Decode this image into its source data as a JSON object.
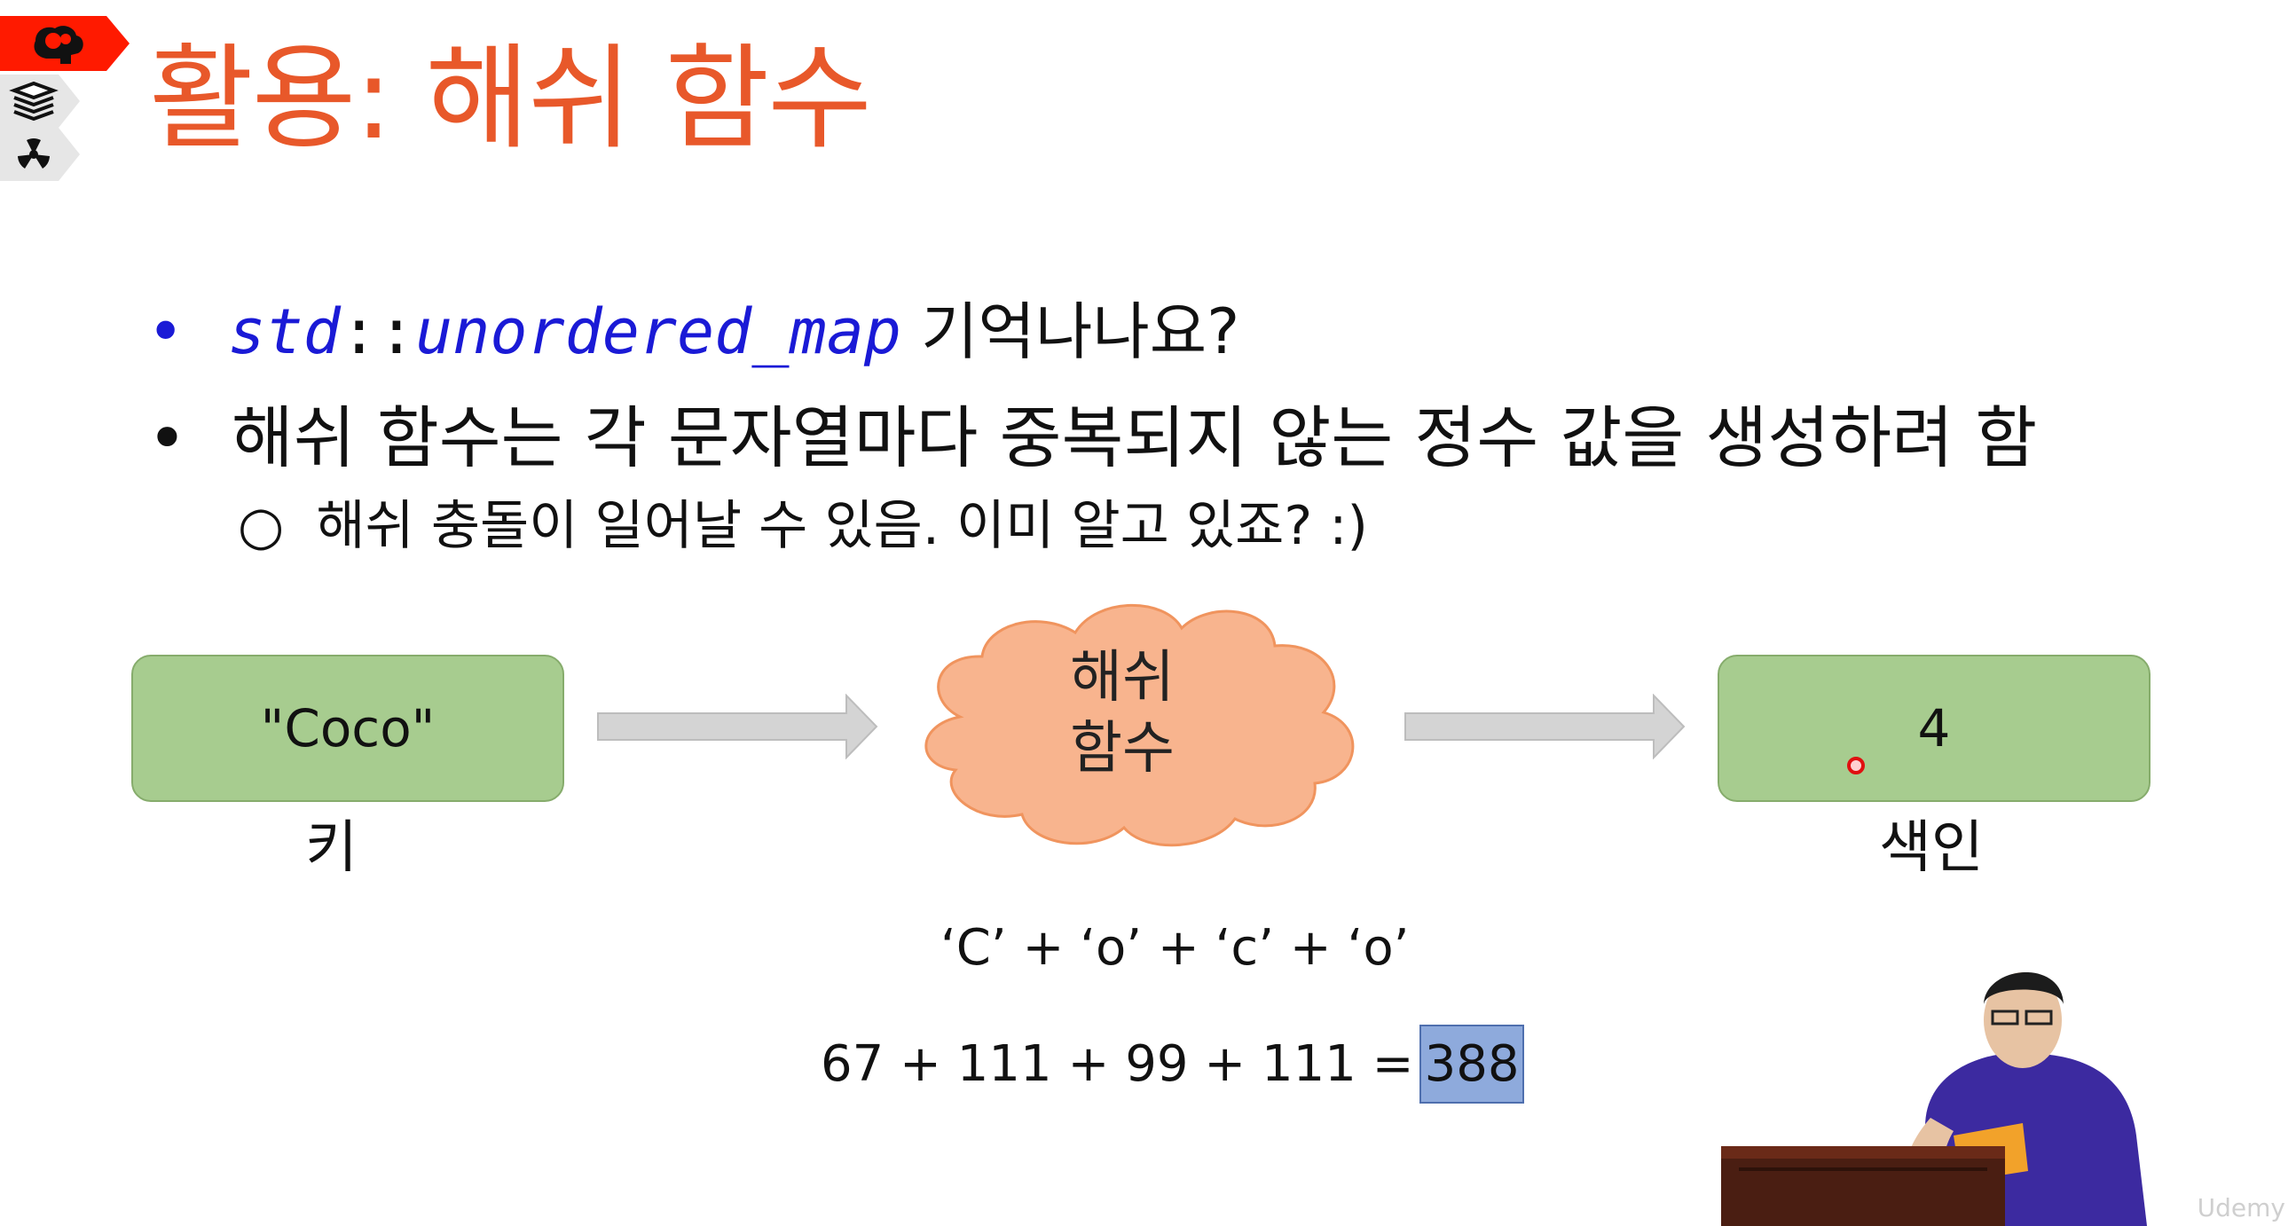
{
  "title": "활용: 해쉬 함수",
  "side_tabs": [
    {
      "icon": "brain-icon",
      "color": "#ff1a00"
    },
    {
      "icon": "books-icon",
      "color": "#e6e6e6"
    },
    {
      "icon": "radiation-icon",
      "color": "#e6e6e6"
    }
  ],
  "bullets": {
    "b1_bullet": "•",
    "b1_code_ns": "std",
    "b1_code_sep": "::",
    "b1_code_type": "unordered_map",
    "b1_text": " 기억나나요?",
    "b2_bullet": "•",
    "b2_text": "해쉬 함수는 각 문자열마다 중복되지 않는 정수 값을 생성하려 함",
    "b3_bullet": "○",
    "b3_text": "해쉬 충돌이 일어날 수 있음. 이미 알고 있죠? :)"
  },
  "diagram": {
    "key_value": "\"Coco\"",
    "key_label": "키",
    "hash_line1": "해쉬",
    "hash_line2": "함수",
    "index_value": "4",
    "index_label": "색인"
  },
  "calc": {
    "chars": "‘C’ + ‘o’ + ‘c’ + ‘o’",
    "sum_expr": "67 + 111 + 99 + 111 =",
    "sum_result": "388"
  },
  "watermark": "Udemy",
  "colors": {
    "title": "#e8582a",
    "code": "#1a1ad6",
    "box_green": "#a7cc8f",
    "cloud": "#f8b48e",
    "highlight": "#8eaadc"
  }
}
